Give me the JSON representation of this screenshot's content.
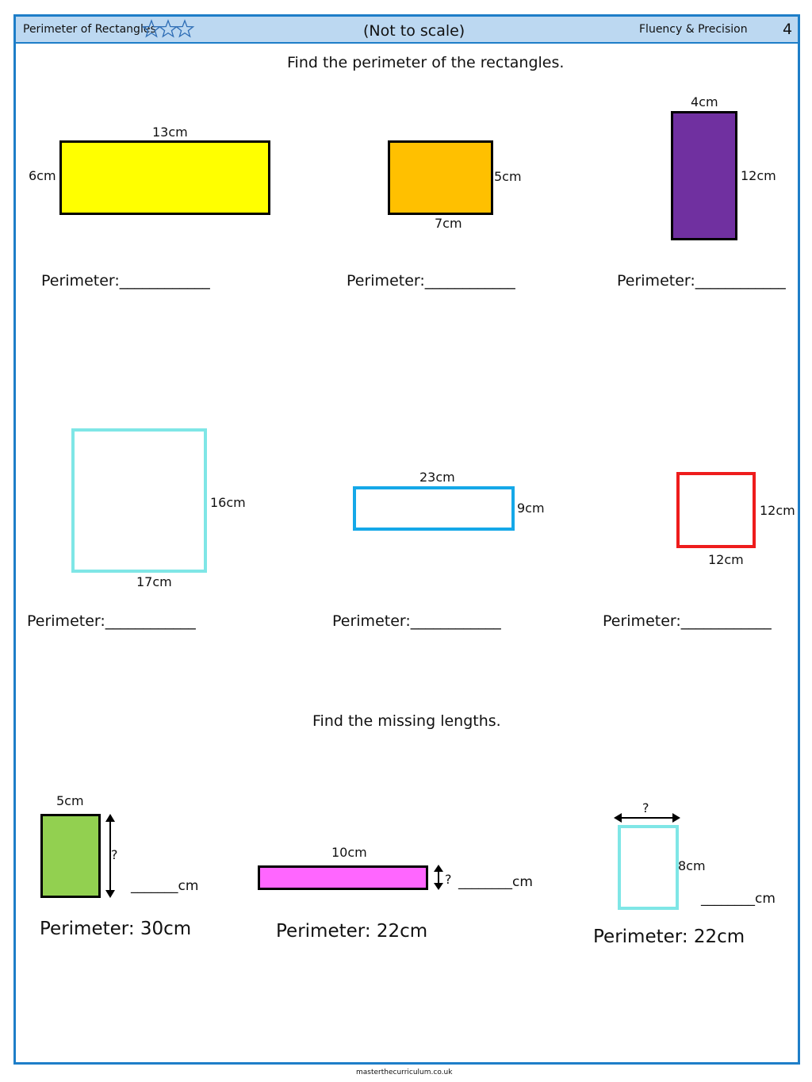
{
  "header": {
    "title": "Perimeter of Rectangles",
    "note": "(Not to scale)",
    "category": "Fluency & Precision",
    "page_number": "4",
    "stars_icon": "three-outline-stars-icon"
  },
  "section1": {
    "instruction": "Find the perimeter of the rectangles.",
    "rectangles": [
      {
        "color": "#ffff00",
        "border": "#000000",
        "top_label": "13cm",
        "side_label": "6cm"
      },
      {
        "color": "#ffc000",
        "border": "#000000",
        "side_label": "5cm",
        "bottom_label": "7cm"
      },
      {
        "color": "#7030a0",
        "border": "#000000",
        "top_label": "4cm",
        "side_label": "12cm"
      },
      {
        "color": "#ffffff",
        "border": "#7fe6e6",
        "side_label": "16cm",
        "bottom_label": "17cm"
      },
      {
        "color": "#ffffff",
        "border": "#15a8e8",
        "top_label": "23cm",
        "side_label": "9cm"
      },
      {
        "color": "#ffffff",
        "border": "#ee1c1c",
        "side_label": "12cm",
        "bottom_label": "12cm"
      }
    ],
    "perimeter_prompt": "Perimeter:____________"
  },
  "section2": {
    "instruction": "Find the missing lengths.",
    "items": [
      {
        "color": "#92d050",
        "border": "#000000",
        "known_label": "5cm",
        "unknown_label": "?",
        "answer": "_______cm",
        "perimeter": "Perimeter: 30cm"
      },
      {
        "color": "#ff66ff",
        "border": "#000000",
        "known_label": "10cm",
        "unknown_label": "?",
        "answer": "________cm",
        "perimeter": "Perimeter: 22cm"
      },
      {
        "color": "#ffffff",
        "border": "#7fe6e6",
        "known_label": "8cm",
        "unknown_label": "?",
        "answer": "________cm",
        "perimeter": "Perimeter: 22cm"
      }
    ]
  },
  "footer": {
    "url": "masterthecurriculum.co.uk"
  }
}
